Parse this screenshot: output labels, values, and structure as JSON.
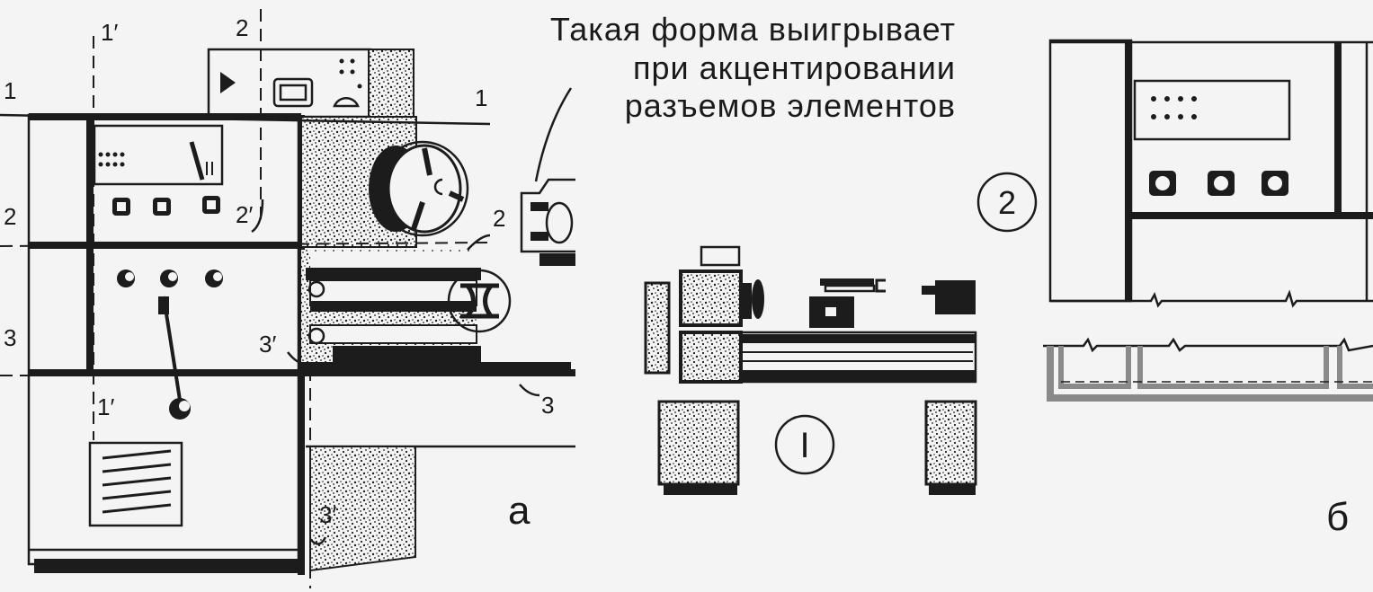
{
  "caption": {
    "line1": "Такая форма выигрывает",
    "line2": "при акцентировании",
    "line3": "разъемов элементов"
  },
  "panels": {
    "a": {
      "letter": "а"
    },
    "b": {
      "letter": "б"
    }
  },
  "section_labels": {
    "left_1": "1",
    "left_2": "2",
    "left_3": "3",
    "top_1prime": "1′",
    "top_2": "2",
    "mid_2prime": "2′",
    "mid_3prime": "3′",
    "bottom_1prime": "1′",
    "bottom_3prime": "3′",
    "right_1": "1",
    "right_2": "2",
    "right_3": "3"
  },
  "circled_numbers": {
    "center": "I",
    "right": "2"
  },
  "colors": {
    "ink": "#1c1c1c",
    "paper": "#f4f4f4",
    "gray_floor": "#8a8a8a"
  }
}
